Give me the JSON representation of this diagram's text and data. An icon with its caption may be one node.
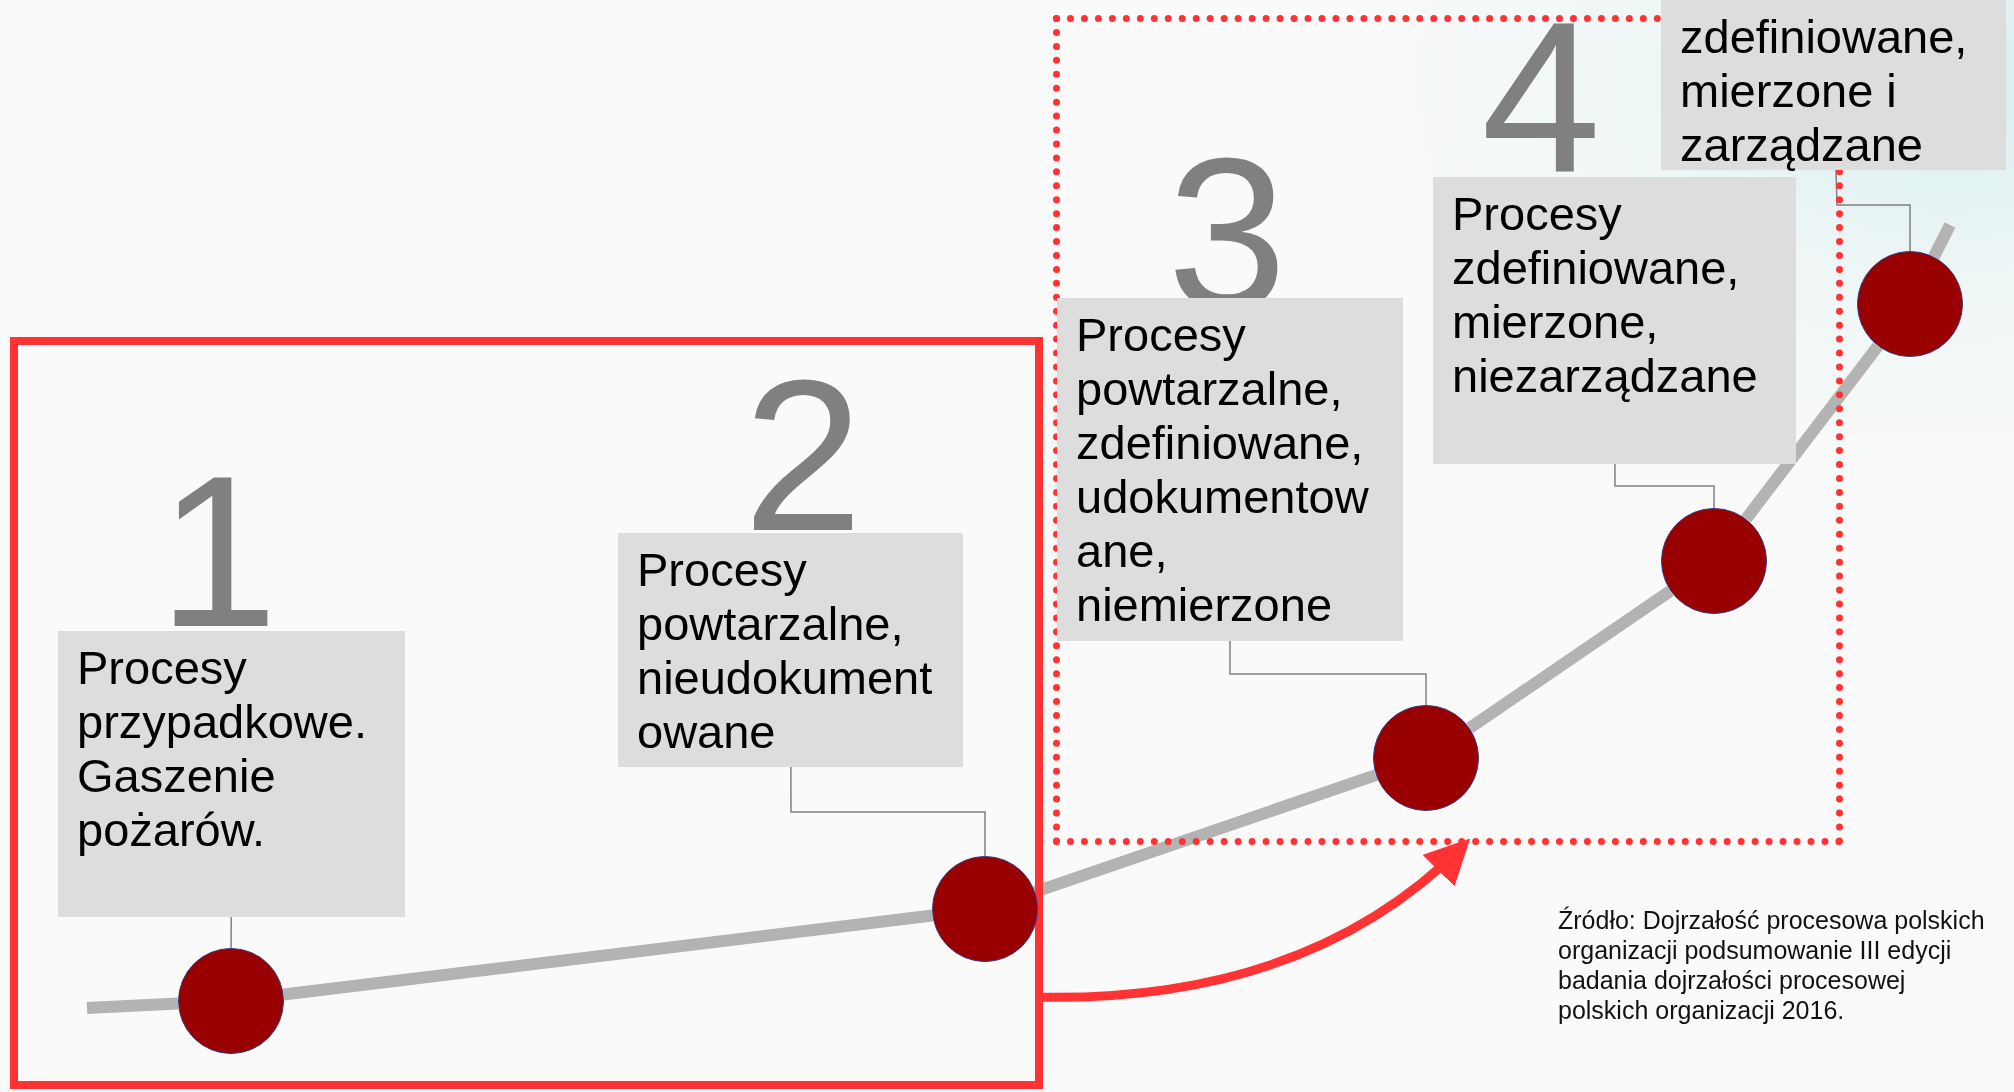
{
  "diagram": {
    "nodes": [
      {
        "text": [],
        "shape": "box"
      },
      {
        "text": [
          "1",
          "Procesy przypadkowe. Gaszenie pożarów."
        ],
        "in": 0
      },
      {
        "text": [],
        "shape": "circle",
        "in": 0
      },
      {
        "text": [
          "2",
          "Procesy powtarzalne, nieudokument owane"
        ],
        "in": 0
      },
      {
        "text": [],
        "shape": "circle",
        "in": 0
      },
      {
        "text": [],
        "shape": "box"
      },
      {
        "text": [
          "3",
          "Procesy powtarzalne, zdefiniowane, udokumentow ane, niemierzone"
        ],
        "in": 5
      },
      {
        "text": [],
        "shape": "circle",
        "in": 5
      },
      {
        "text": [
          "4",
          "Procesy zdefiniowane, mierzone, niezarządzane"
        ],
        "in": 5
      },
      {
        "text": [],
        "shape": "circle",
        "in": 5
      },
      {
        "text": [
          "zdefiniowane, mierzone i zarządzane"
        ]
      },
      {
        "text": [],
        "shape": "circle"
      }
    ],
    "edges": [
      {
        "from": null,
        "to": 2,
        "arrow": "none",
        "color": "#b3b3b3"
      },
      {
        "from": 2,
        "to": 4,
        "arrow": "none",
        "color": "#b3b3b3"
      },
      {
        "from": 4,
        "to": 7,
        "arrow": "none",
        "color": "#b3b3b3"
      },
      {
        "from": 7,
        "to": 9,
        "arrow": "none",
        "color": "#b3b3b3"
      },
      {
        "from": 9,
        "to": 11,
        "arrow": "none",
        "color": "#b3b3b3"
      },
      {
        "from": 11,
        "to": null,
        "arrow": "none",
        "color": "#b3b3b3"
      },
      {
        "from": 1,
        "to": 2,
        "arrow": "none",
        "color": "#808080"
      },
      {
        "from": 3,
        "to": 4,
        "arrow": "none",
        "color": "#808080"
      },
      {
        "from": 6,
        "to": 7,
        "arrow": "none",
        "color": "#808080"
      },
      {
        "from": 8,
        "to": 9,
        "arrow": "none",
        "color": "#808080"
      },
      {
        "from": 10,
        "to": 11,
        "arrow": "none",
        "color": "#808080"
      },
      {
        "from": 0,
        "to": 5,
        "arrow": "to",
        "color": "#ff3333"
      }
    ],
    "labels": [
      "Źródło: Dojrzałość procesowa polskich organizacji podsumowanie III edycji badania dojrzałości procesowej polskich organizacji 2016."
    ]
  }
}
